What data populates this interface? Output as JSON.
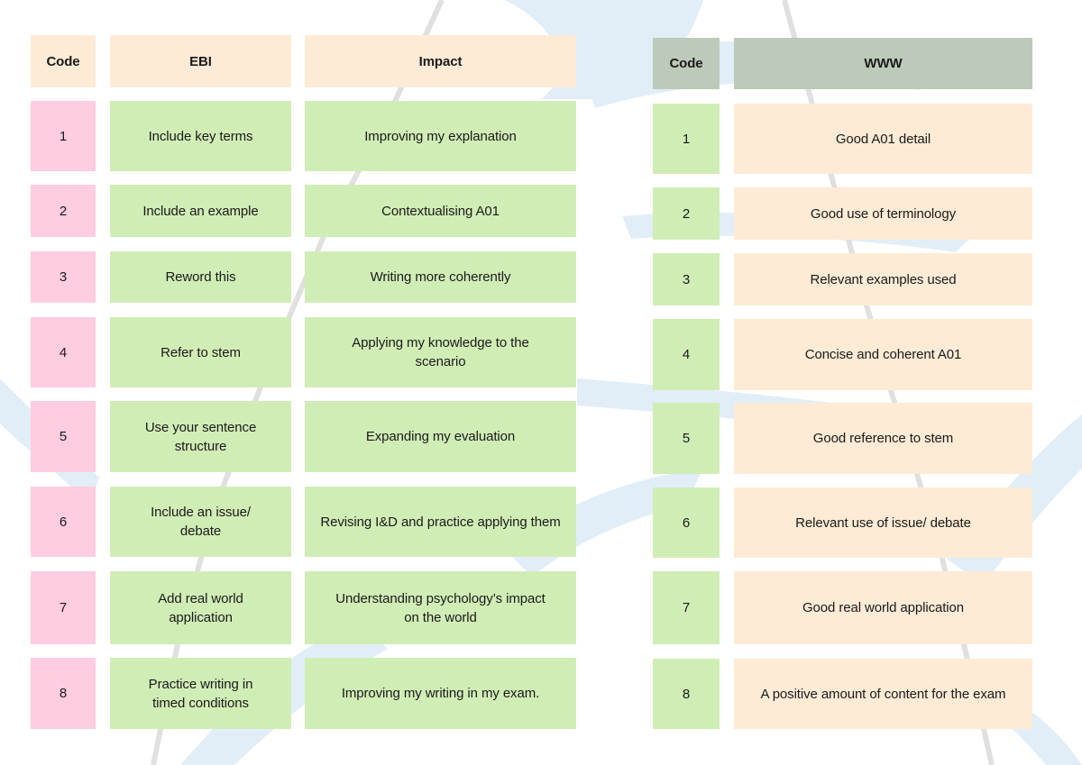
{
  "colors": {
    "peach": "#FDEBD5",
    "pink": "#FFCCE1",
    "green": "#D1EDB6",
    "sage": "#BCCAB9",
    "watermark_blue": "#DCEBF6"
  },
  "ebi_table": {
    "headers": {
      "code": "Code",
      "ebi": "EBI",
      "impact": "Impact"
    },
    "rows": [
      {
        "code": "1",
        "ebi": "Include key terms",
        "impact": "Improving my explanation"
      },
      {
        "code": "2",
        "ebi": "Include an example",
        "impact": "Contextualising A01"
      },
      {
        "code": "3",
        "ebi": "Reword this",
        "impact": "Writing more coherently"
      },
      {
        "code": "4",
        "ebi": "Refer to stem",
        "impact": "Applying my knowledge to the scenario"
      },
      {
        "code": "5",
        "ebi": "Use  your sentence structure",
        "impact": "Expanding my evaluation"
      },
      {
        "code": "6",
        "ebi": "Include an issue/ debate",
        "impact": "Revising I&D and practice applying them"
      },
      {
        "code": "7",
        "ebi": "Add real world application",
        "impact": "Understanding  psychology’s impact on the world"
      },
      {
        "code": "8",
        "ebi": "Practice writing in timed conditions",
        "impact": "Improving my writing in my exam."
      }
    ]
  },
  "www_table": {
    "headers": {
      "code": "Code",
      "www": "WWW"
    },
    "rows": [
      {
        "code": "1",
        "www": "Good A01 detail"
      },
      {
        "code": "2",
        "www": "Good use of terminology"
      },
      {
        "code": "3",
        "www": "Relevant examples used"
      },
      {
        "code": "4",
        "www": "Concise and coherent A01"
      },
      {
        "code": "5",
        "www": "Good reference to stem"
      },
      {
        "code": "6",
        "www": "Relevant use of issue/ debate"
      },
      {
        "code": "7",
        "www": "Good real world application"
      },
      {
        "code": "8",
        "www": "A positive amount of content for the exam"
      }
    ]
  }
}
